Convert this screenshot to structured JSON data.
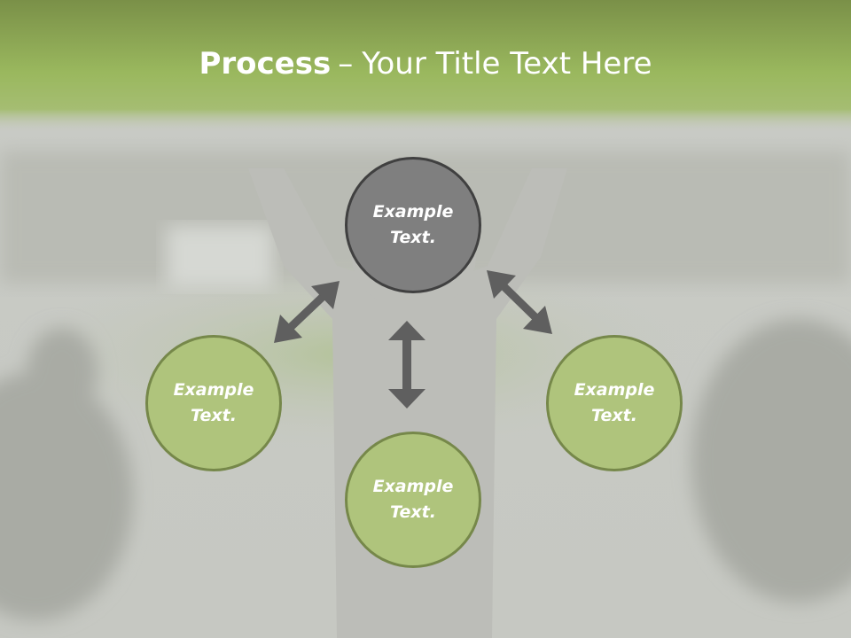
{
  "title": {
    "bold": "Process",
    "separator": "–",
    "rest": "Your Title Text Here"
  },
  "colors": {
    "header_green": "#9ab85e",
    "circle_green": "#afc47c",
    "circle_green_border": "#76884a",
    "circle_grey": "#7f7f7f",
    "circle_grey_border": "#404040",
    "arrow": "#5f5f5f",
    "background": "#c8c9c4"
  },
  "nodes": {
    "center": "Example\nText.",
    "left": "Example\nText.",
    "bottom": "Example\nText.",
    "right": "Example\nText."
  }
}
